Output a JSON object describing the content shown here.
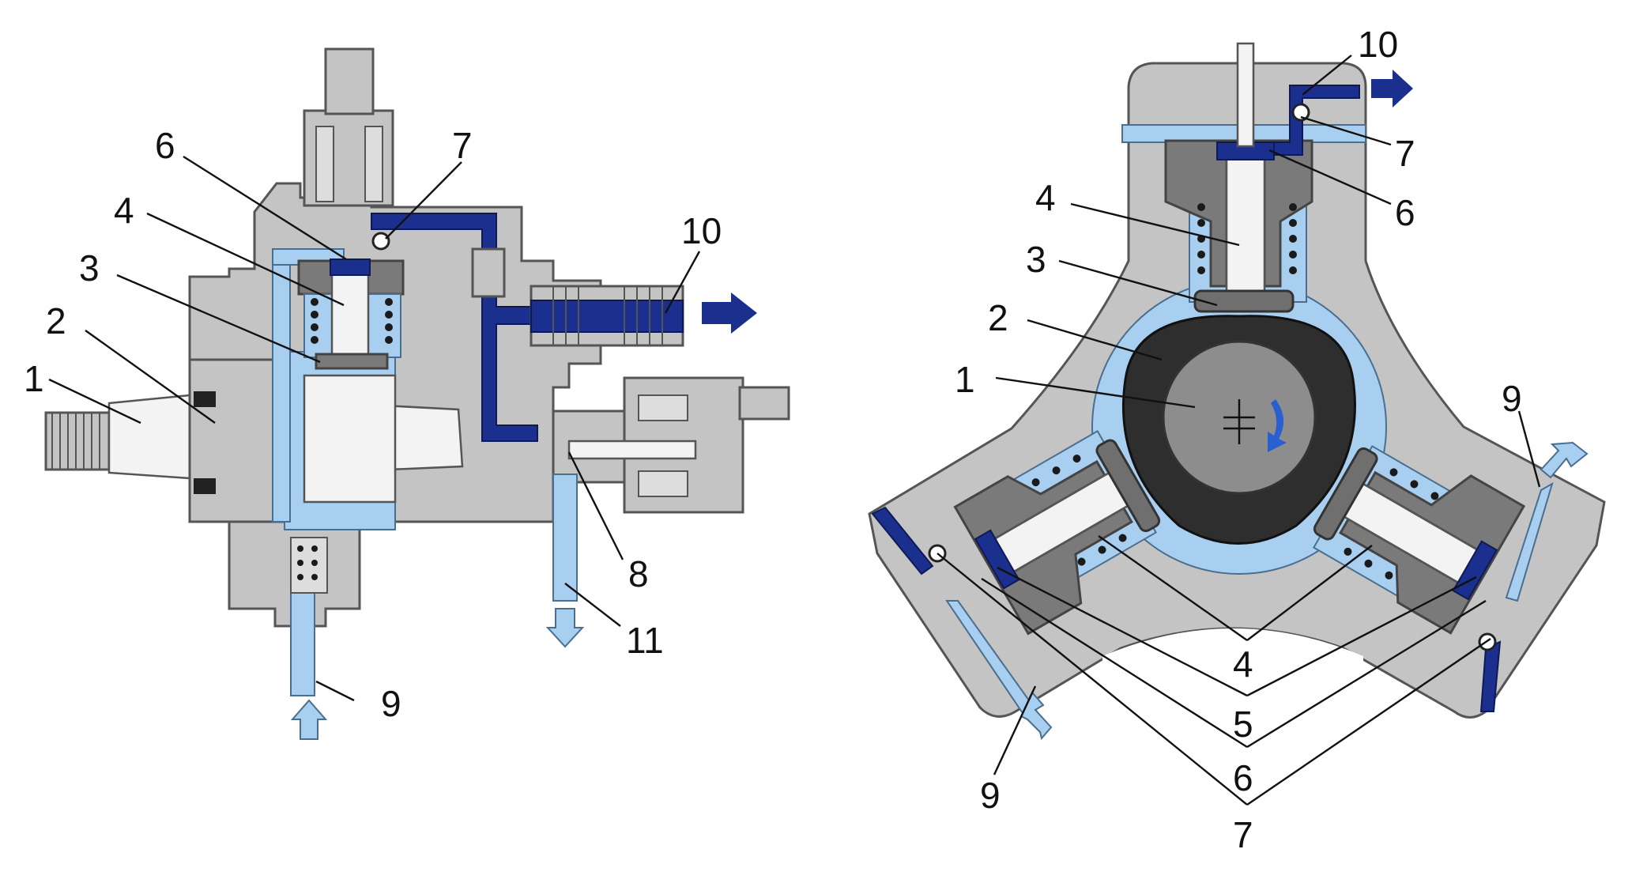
{
  "left_view": {
    "callouts": [
      "1",
      "2",
      "3",
      "4",
      "6",
      "7",
      "8",
      "9",
      "10",
      "11"
    ]
  },
  "right_view": {
    "callouts": [
      "1",
      "2",
      "3",
      "4",
      "6",
      "7",
      "10",
      "9_right",
      "9_left",
      "4_shared",
      "5_shared",
      "6_shared",
      "7_shared"
    ],
    "labels": {
      "c1": "1",
      "c2": "2",
      "c3": "3",
      "c4": "4",
      "c6": "6",
      "c7": "7",
      "c10": "10",
      "c9r": "9",
      "c9l": "9",
      "c4s": "4",
      "c5s": "5",
      "c6s": "6",
      "c7s": "7"
    }
  },
  "left_labels": {
    "c1": "1",
    "c2": "2",
    "c3": "3",
    "c4": "4",
    "c6": "6",
    "c7": "7",
    "c8": "8",
    "c9": "9",
    "c10": "10",
    "c11": "11"
  },
  "colors": {
    "housing": "#c4c4c4",
    "low_pressure_fuel": "#a9cff0",
    "high_pressure_fuel": "#1b2f8e",
    "cam": "#2e2e2e"
  }
}
